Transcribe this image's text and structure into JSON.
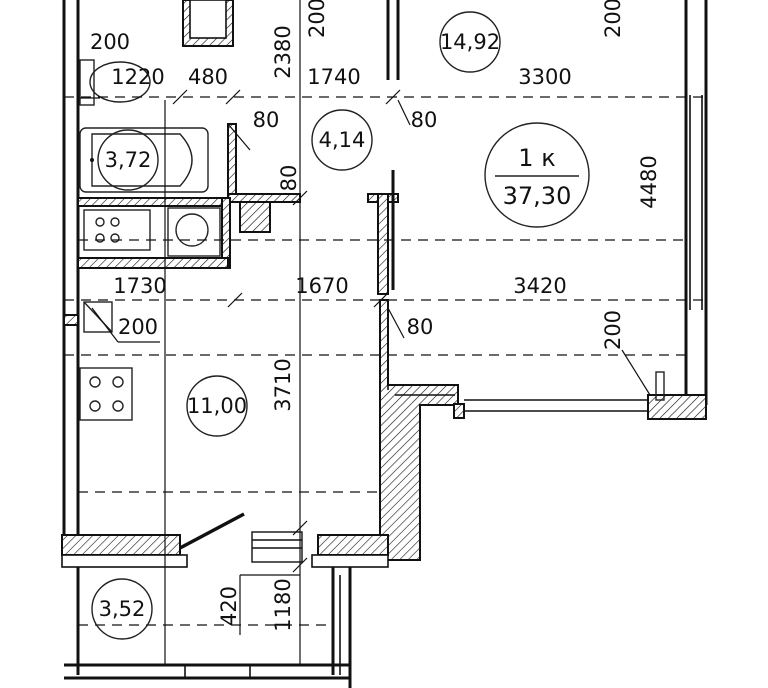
{
  "rooms": {
    "bathroom_area": "3,72",
    "corridor_area": "4,14",
    "room_area": "14,92",
    "apartment_type": "1 к",
    "apartment_total": "37,30",
    "kitchen_area": "11,00",
    "balcony_area": "3,52"
  },
  "dimensions": {
    "d_200_top": "200",
    "d_1220": "1220",
    "d_480": "480",
    "d_2380": "2380",
    "d_200_v1": "200",
    "d_1740": "1740",
    "d_3300": "3300",
    "d_200_v2": "200",
    "d_80_a": "80",
    "d_80_b": "80",
    "d_80_c": "80",
    "d_4480": "4480",
    "d_1730": "1730",
    "d_1670": "1670",
    "d_3420": "3420",
    "d_200_mid": "200",
    "d_80_d": "80",
    "d_200_v3": "200",
    "d_3710": "3710",
    "d_420": "420",
    "d_1180": "1180"
  }
}
